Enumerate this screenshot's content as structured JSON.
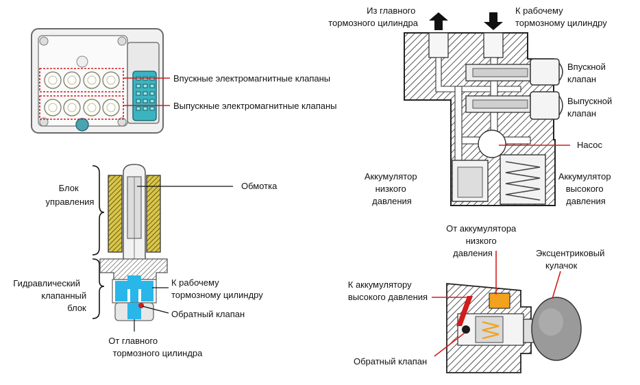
{
  "colors": {
    "hydraulic_blue": "#29b6e8",
    "pointer_red": "#d21c1c",
    "accumulator_orange": "#f3a21d",
    "connector_teal": "#3cb4c0",
    "coil_yellow": "#d9c64a",
    "arrow_black": "#111111",
    "hatch_gray": "#2b2b2b"
  },
  "top_left": {
    "inlet_valves": "Впускные электромагнитные клапаны",
    "outlet_valves": "Выпускные электромагнитные клапаны"
  },
  "solenoid_section": {
    "control_block": [
      "Блок",
      "управления"
    ],
    "hydraulic_block": [
      "Гидравлический",
      "клапанный",
      "блок"
    ],
    "winding": "Обмотка",
    "to_wheel_cylinder": [
      "К рабочему",
      "тормозному цилиндру"
    ],
    "check_valve": "Обратный клапан",
    "from_master": [
      "От главного",
      "тормозного цилиндра"
    ]
  },
  "pump_section": {
    "from_master": [
      "Из главного",
      "тормозного цилиндра"
    ],
    "to_wheel": [
      "К рабочему",
      "тормозному цилиндру"
    ],
    "inlet_valve": [
      "Впускной",
      "клапан"
    ],
    "outlet_valve": [
      "Выпускной",
      "клапан"
    ],
    "pump": "Насос",
    "low_accumulator": [
      "Аккумулятор",
      "низкого",
      "давления"
    ],
    "high_accumulator": [
      "Аккумулятор",
      "высокого",
      "давления"
    ]
  },
  "pump_detail": {
    "from_low_accumulator": [
      "От аккумулятора",
      "низкого",
      "давления"
    ],
    "eccentric_cam": [
      "Эксцентриковый",
      "кулачок"
    ],
    "to_high_accumulator": [
      "К аккумулятору",
      "высокого давления"
    ],
    "check_valve": "Обратный клапан"
  }
}
